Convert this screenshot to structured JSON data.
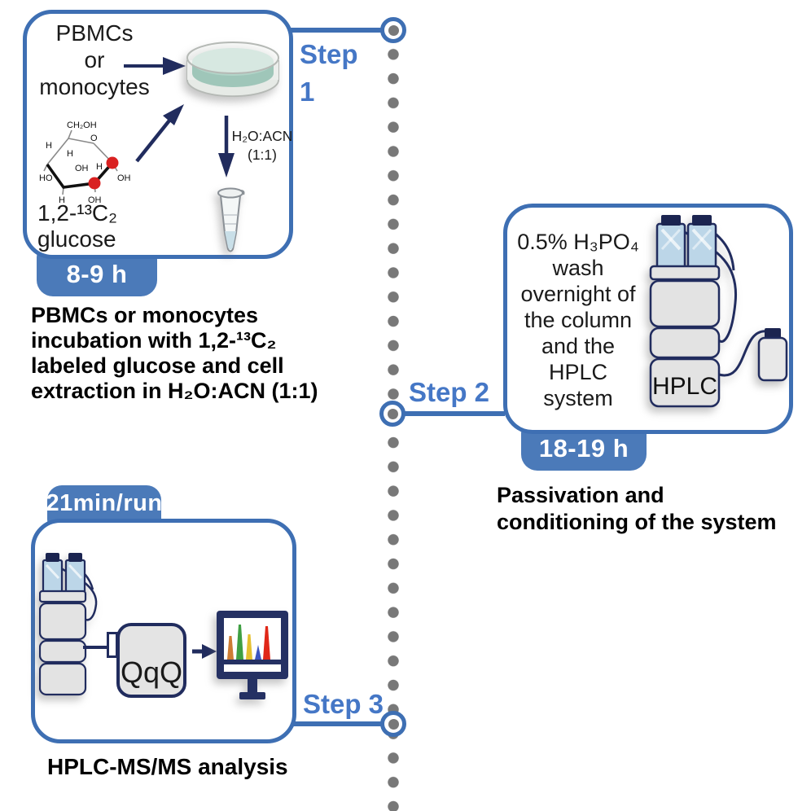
{
  "colors": {
    "frame_blue": "#3e6fb3",
    "step_text_blue": "#4577c6",
    "badge_blue": "#4b7ab9",
    "navy": "#212c5e",
    "dot_gray": "#787878",
    "petri_medium": "#aecfc3",
    "instrument_gray": "#e3e3e3",
    "isotope_red": "#d92121"
  },
  "step1": {
    "label_line1": "Step",
    "label_line2": "1",
    "cells_line1": "PBMCs",
    "cells_line2": "or",
    "cells_line3": "monocytes",
    "solvent": "H₂O:ACN",
    "solvent_ratio": "(1:1)",
    "glucose_name_line1": "1,2-¹³C₂",
    "glucose_name_line2": "glucose",
    "glucose_atoms": [
      "CH₂OH",
      "O",
      "H",
      "H",
      "OH",
      "H",
      "HO",
      "OH",
      "H",
      "OH"
    ],
    "badge": "8-9 h",
    "caption_line1": "PBMCs or monocytes",
    "caption_line2": "incubation with 1,2-¹³C₂",
    "caption_line3": "labeled glucose and cell",
    "caption_line4": "extraction in H₂O:ACN (1:1)"
  },
  "step2": {
    "label": "Step 2",
    "description_line1": "0.5% H₃PO₄",
    "description_line2": "wash",
    "description_line3": "overnight of",
    "description_line4": "the column",
    "description_line5": "and the",
    "description_line6": "HPLC",
    "description_line7": "system",
    "instrument_label": "HPLC",
    "badge": "18-19 h",
    "caption_line1": "Passivation and",
    "caption_line2": "conditioning of the system"
  },
  "step3": {
    "label": "Step 3",
    "badge": "21min/run",
    "detector_label": "QqQ",
    "caption": "HPLC-MS/MS analysis",
    "chromatogram_peaks": [
      {
        "color": "#cd7c33"
      },
      {
        "color": "#3f9f42"
      },
      {
        "color": "#e5c02f"
      },
      {
        "color": "#3c55c0"
      },
      {
        "color": "#e02718"
      }
    ]
  }
}
